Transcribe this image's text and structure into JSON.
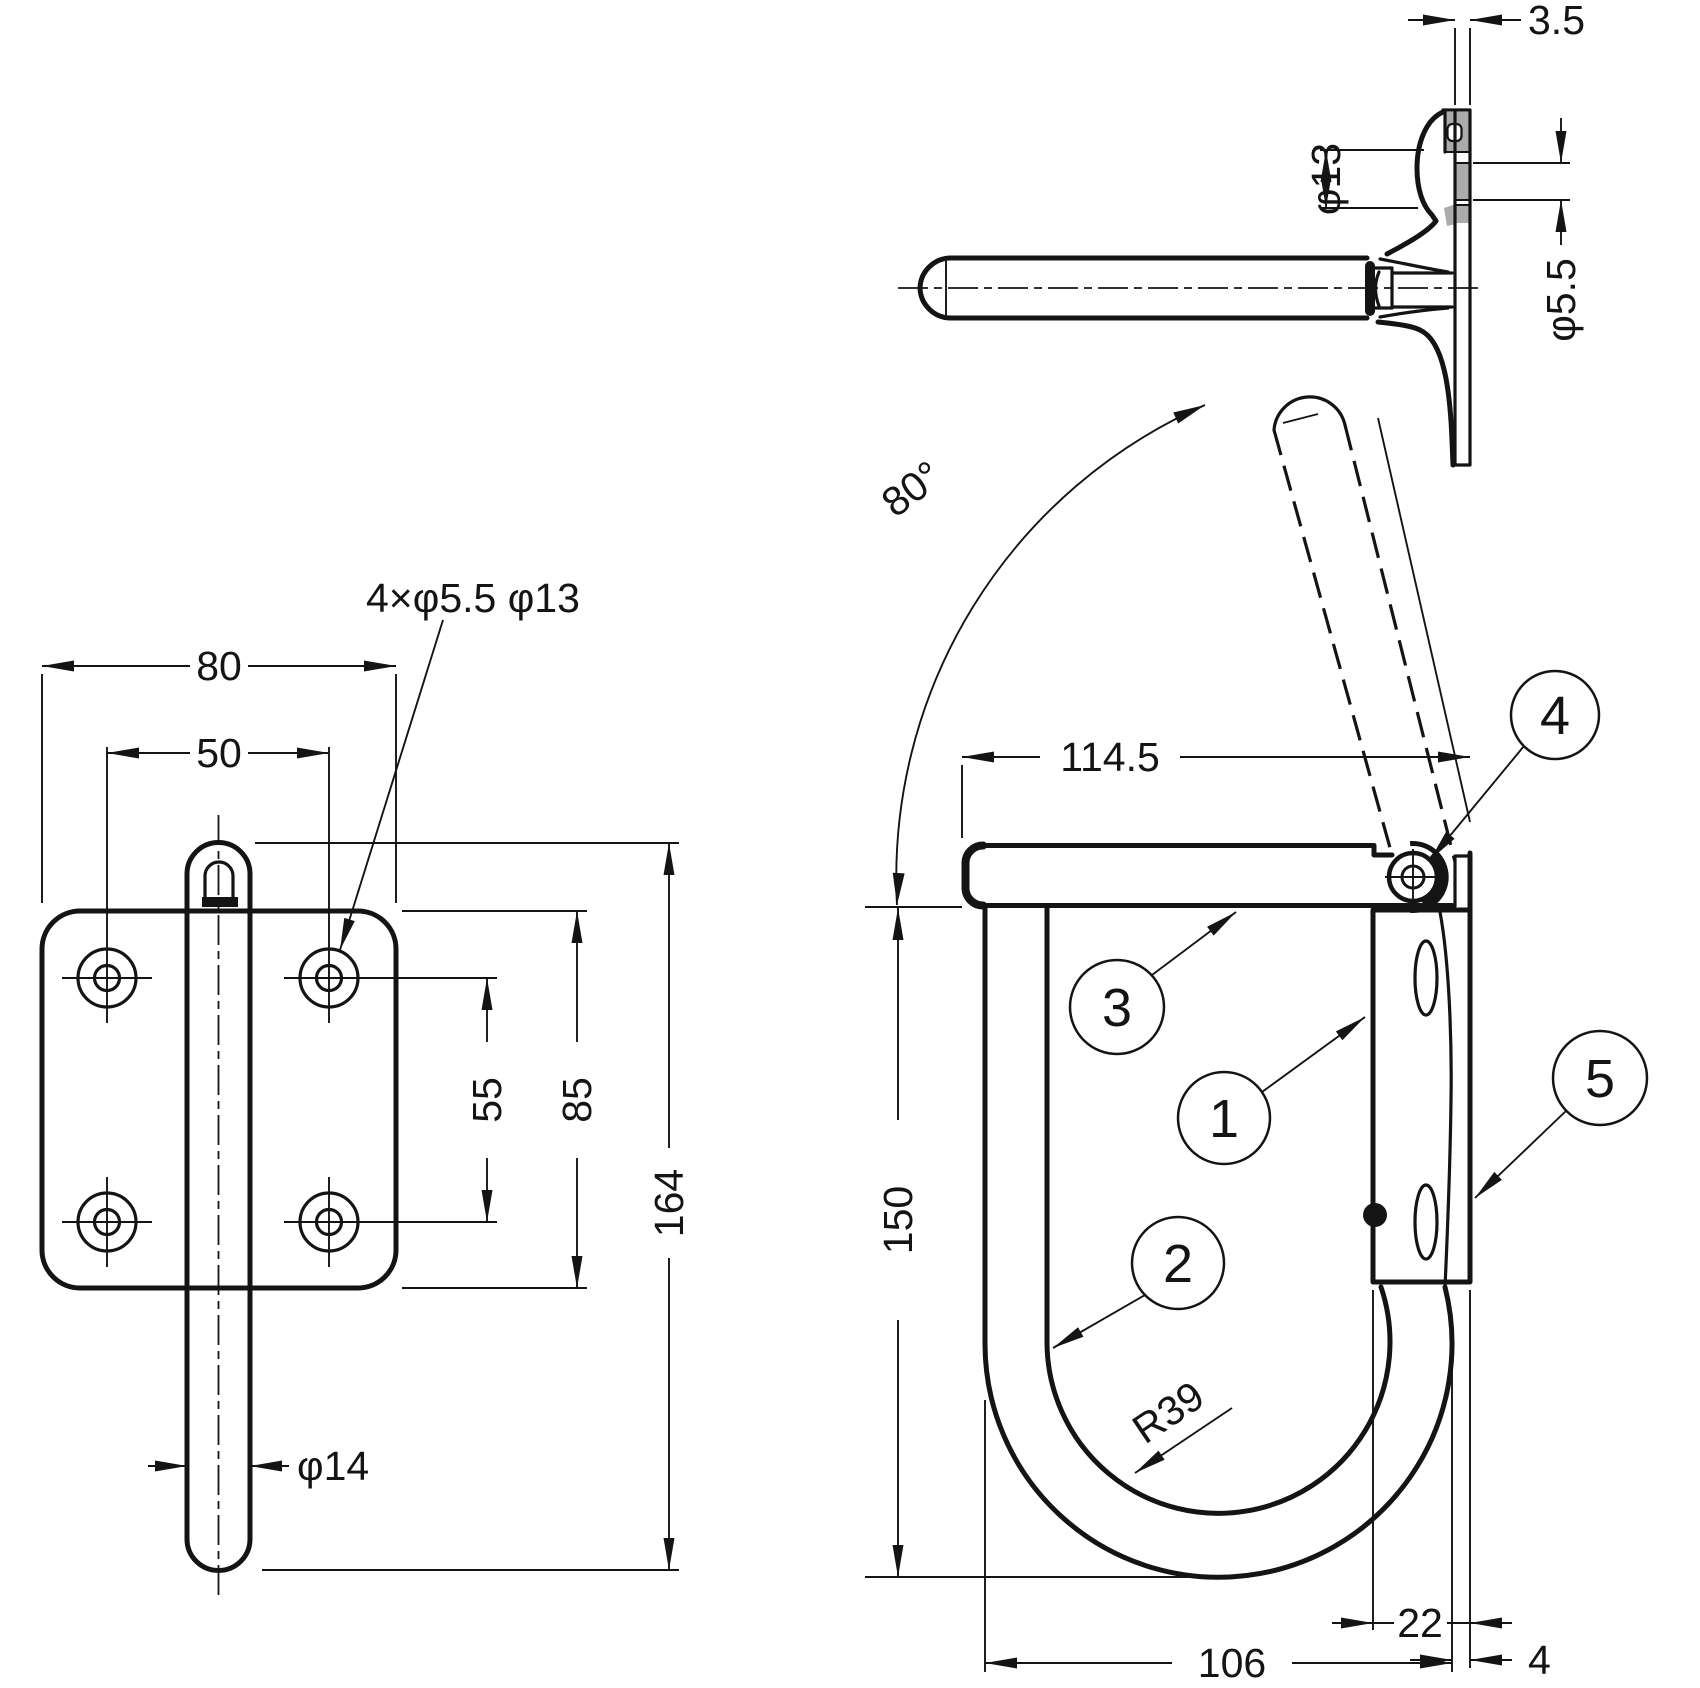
{
  "drawing": {
    "type": "technical-drawing",
    "views": {
      "side_folded": {
        "dims": {
          "plate_thickness": "3.5",
          "knuckle_dia": "φ13",
          "pin_dia": "φ5.5"
        }
      },
      "front": {
        "dims": {
          "plate_width": "80",
          "hole_spacing_h": "50",
          "holes_note": "4×φ5.5 φ13",
          "hole_spacing_v": "55",
          "plate_height": "85",
          "total_height": "164",
          "rod_dia": "φ14"
        }
      },
      "side_open": {
        "dims": {
          "protrusion": "114.5",
          "swing_angle": "80°",
          "hook_depth": "150",
          "bend_radius": "R39",
          "hook_width": "106",
          "bracket_depth": "22",
          "wall_gap": "4"
        }
      }
    },
    "callouts": [
      "1",
      "2",
      "3",
      "4",
      "5"
    ],
    "colors": {
      "line": "#141414",
      "section_fill": "#ababab",
      "background": "#ffffff"
    }
  }
}
